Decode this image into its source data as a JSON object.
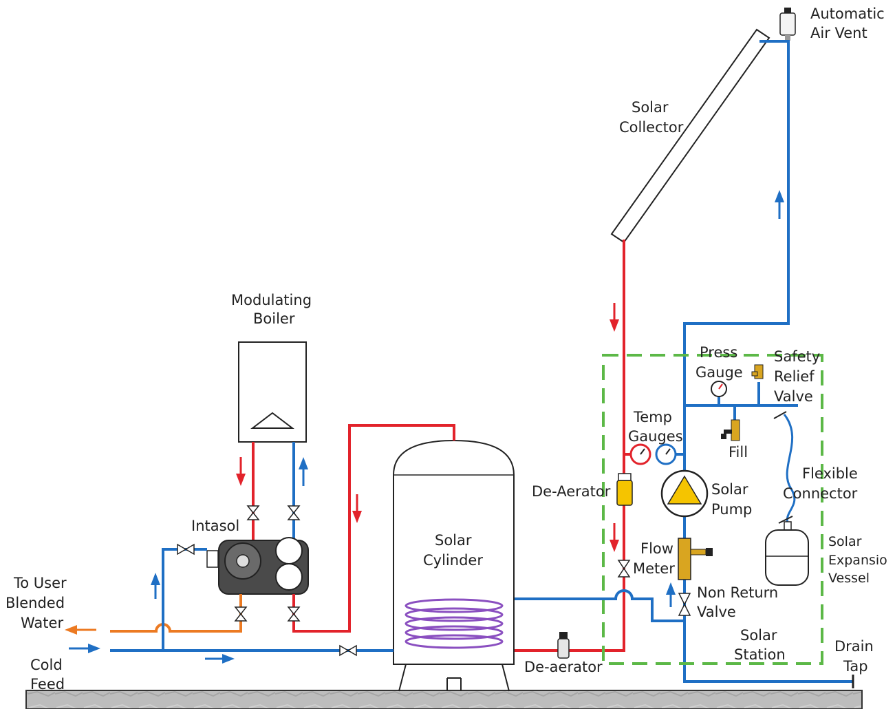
{
  "labels": {
    "automatic_air_vent": [
      "Automatic",
      "Air Vent"
    ],
    "solar_collector": [
      "Solar",
      "Collector"
    ],
    "modulating_boiler": [
      "Modulating",
      "Boiler"
    ],
    "press_gauge": [
      "Press",
      "Gauge"
    ],
    "safety_relief_valve": [
      "Safety",
      "Relief",
      "Valve"
    ],
    "temp_gauges": [
      "Temp",
      "Gauges"
    ],
    "fill": "Fill",
    "flexible_connector": [
      "Flexible",
      "Connector"
    ],
    "de_aerator_upper": "De-Aerator",
    "solar_pump": [
      "Solar",
      "Pump"
    ],
    "intasol": "Intasol",
    "solar_cylinder": [
      "Solar",
      "Cylinder"
    ],
    "flow_meter": [
      "Flow",
      "Meter"
    ],
    "solar_expansion_vessel": [
      "Solar",
      "Expansio",
      "Vessel"
    ],
    "to_user": [
      "To User",
      "Blended",
      "Water"
    ],
    "non_return_valve": [
      "Non Return",
      "Valve"
    ],
    "solar_station": [
      "Solar",
      "Station"
    ],
    "drain_tap": [
      "Drain",
      "Tap"
    ],
    "cold_feed": [
      "Cold",
      "Feed"
    ],
    "de_aerator_lower": "De-aerator"
  },
  "colors": {
    "cold_pipe": "#1f6fc4",
    "hot_pipe": "#e2232b",
    "blended_pipe": "#ec7a22",
    "coil": "#8a4fc0",
    "station_border": "#5cb847",
    "pump": "#f5c400",
    "brass": "#d9a520"
  }
}
